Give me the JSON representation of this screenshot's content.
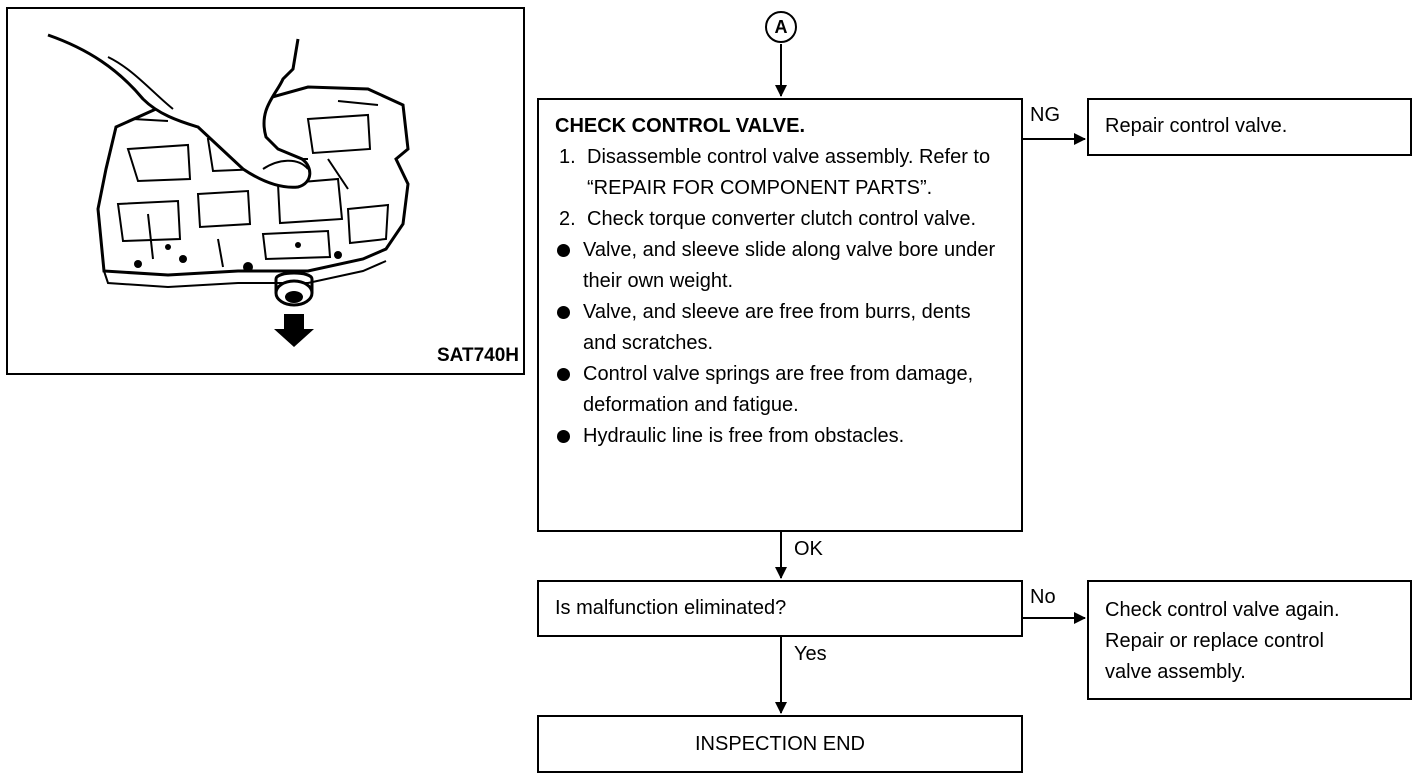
{
  "figure": {
    "code": "SAT740H"
  },
  "start_node": {
    "label": "A"
  },
  "check_box": {
    "title": "CHECK CONTROL VALVE.",
    "steps": [
      {
        "num": "1.",
        "text": "Disassemble control valve assembly. Refer to “REPAIR FOR COMPONENT PARTS”."
      },
      {
        "num": "2.",
        "text": "Check torque converter clutch control valve."
      }
    ],
    "bullets": [
      "Valve, and sleeve slide along valve bore under their own weight.",
      "Valve, and sleeve are free from burrs, dents and scratches.",
      "Control valve springs are free from damage, deformation and fatigue.",
      "Hydraulic line is free from obstacles."
    ]
  },
  "repair_box": {
    "text": "Repair control valve."
  },
  "question_box": {
    "text": "Is malfunction eliminated?"
  },
  "again_box": {
    "lines": [
      "Check control valve again.",
      "Repair or replace control",
      "valve assembly."
    ]
  },
  "end_box": {
    "text": "INSPECTION END"
  },
  "edge_labels": {
    "ng": "NG",
    "ok": "OK",
    "no": "No",
    "yes": "Yes"
  }
}
